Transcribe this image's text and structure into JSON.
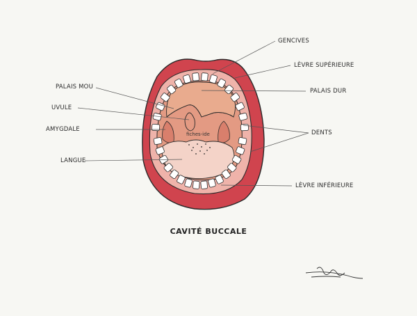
{
  "title": "CAVITÉ BUCCALE",
  "watermark": "fiches-ide",
  "labels": {
    "gencives": "GENCIVES",
    "levre_superieure": "LÈVRE SUPÉRIEURE",
    "palais_mou": "PALAIS MOU",
    "palais_dur": "PALAIS DUR",
    "uvule": "UVULE",
    "amygdale": "AMYGDALE",
    "dents": "DENTS",
    "langue": "LANGUE",
    "levre_inferieure": "LÈVRE INFÉRIEURE"
  },
  "colors": {
    "lips": "#d0444e",
    "gums": "#efb3aa",
    "teeth": "#ffffff",
    "palate": "#e9ab8e",
    "throat": "#e39a83",
    "tongue": "#f4d3c8",
    "background": "#f7f7f3"
  }
}
